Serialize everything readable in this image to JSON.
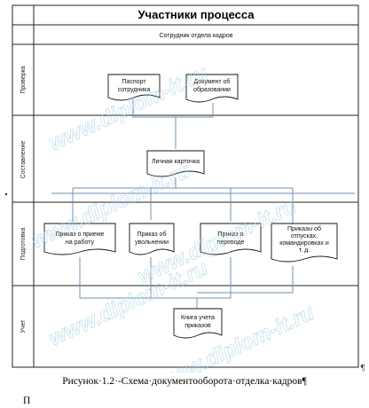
{
  "diagram": {
    "title": "Участники процесса",
    "participant": "Сотрудник отдела кадров",
    "lanes": [
      {
        "id": "check",
        "label": "Проверка"
      },
      {
        "id": "compose",
        "label": "Составление"
      },
      {
        "id": "prepare",
        "label": "Подготовка"
      },
      {
        "id": "account",
        "label": "Учет"
      }
    ],
    "documents": [
      {
        "id": "passport",
        "lines": [
          "Паспорт",
          "сотрудника"
        ]
      },
      {
        "id": "education",
        "lines": [
          "Документ об",
          "образовании"
        ]
      },
      {
        "id": "personal-card",
        "lines": [
          "Личная карточка"
        ]
      },
      {
        "id": "order-hire",
        "lines": [
          "Приказ о приеме",
          "на работу"
        ]
      },
      {
        "id": "order-dismissal",
        "lines": [
          "Приказ об",
          "увольнении"
        ]
      },
      {
        "id": "order-transfer",
        "lines": [
          "Приказ о",
          "переводе"
        ]
      },
      {
        "id": "order-vacations",
        "lines": [
          "Приказы об",
          "отпусках,",
          "командировках и",
          "т. д."
        ]
      },
      {
        "id": "orders-book",
        "lines": [
          "Книга учета",
          "приказов"
        ]
      }
    ],
    "watermark": "www.diplom-it.ru",
    "pilcrow": "¶"
  },
  "caption": "Рисунок·1.2·-Схема·документооборота·отделка·кадров¶",
  "next_line": "П"
}
